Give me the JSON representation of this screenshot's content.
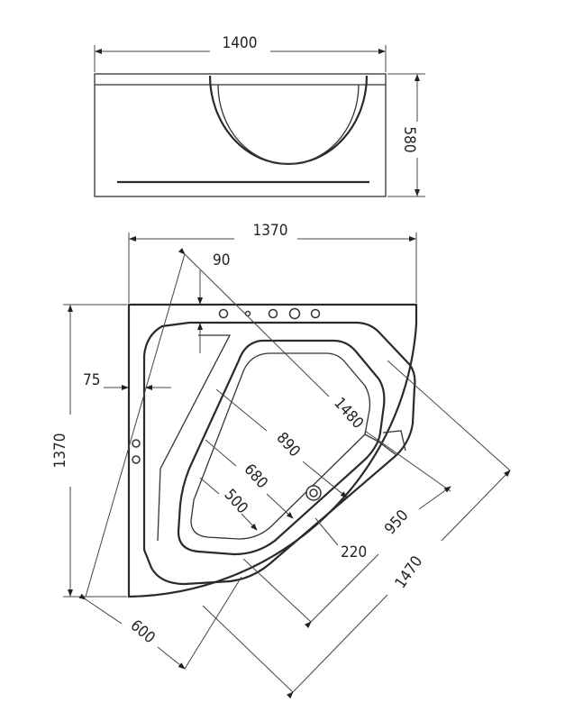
{
  "title": "Corner bathtub dimension drawing",
  "front_view": {
    "width_label": "1400",
    "height_label": "580"
  },
  "plan_view": {
    "top_width_label": "1370",
    "left_height_label": "1370",
    "rim_offset_top_label": "90",
    "rim_offset_left_label": "75",
    "diagonal_outer_label": "1480",
    "inner_890_label": "890",
    "inner_680_label": "680",
    "inner_500_label": "500",
    "drain_offset_label": "220",
    "depth_950_label": "950",
    "front_1470_label": "1470",
    "side_600_label": "600"
  },
  "colors": {
    "line": "#333333",
    "background": "#ffffff"
  }
}
